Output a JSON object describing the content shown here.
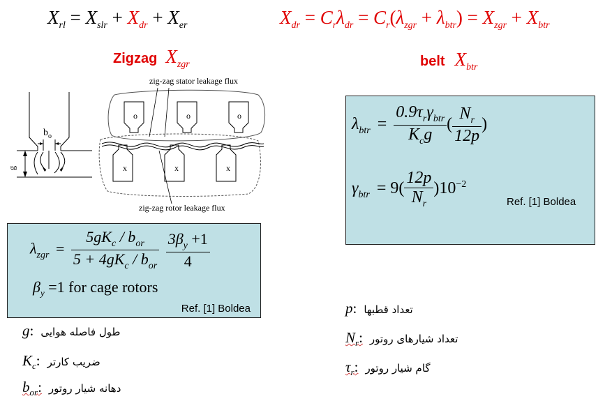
{
  "top_eq_left": {
    "lhs_sym": "X",
    "lhs_sub": "rl",
    "eq": "=",
    "t1": "X",
    "t1_sub": "slr",
    "plus1": "+",
    "t2": "X",
    "t2_sub": "dr",
    "plus2": "+",
    "t3": "X",
    "t3_sub": "er"
  },
  "top_eq_right": {
    "a": "X",
    "a_sub": "dr",
    "eq1": "=",
    "c1": "C",
    "c1_sub": "r",
    "l1": "λ",
    "l1_sub": "dr",
    "eq2": "=",
    "c2": "C",
    "c2_sub": "r",
    "open": "(",
    "l2": "λ",
    "l2_sub": "zgr",
    "plus1": "+",
    "l3": "λ",
    "l3_sub": "btr",
    "close": ")",
    "eq3": "=",
    "x1": "X",
    "x1_sub": "zgr",
    "plus2": "+",
    "x2": "X",
    "x2_sub": "btr"
  },
  "zigzag": {
    "label": "Zigzag",
    "sym": "X",
    "sub": "zgr"
  },
  "belt": {
    "label": "belt",
    "sym": "X",
    "sub": "btr"
  },
  "diagram": {
    "stator_label": "zig-zag stator leakage flux",
    "rotor_label": "zig-zag rotor leakage flux",
    "bo_label": "b",
    "bo_sub": "o",
    "g_label": "g",
    "slot_o": "o",
    "slot_x": "x"
  },
  "box_left": {
    "lambda": "λ",
    "lambda_sub": "zgr",
    "eq": "=",
    "num1": "5gK",
    "num1_sub": "c",
    "num1_div": " / b",
    "num1_div_sub": "or",
    "den1": "5 + 4gK",
    "den1_sub": "c",
    "den1_div": " / b",
    "den1_div_sub": "or",
    "num2": "3β",
    "num2_sub": "y",
    "num2_tail": " +1",
    "den2": "4",
    "beta_line_sym": "β",
    "beta_line_sub": "y",
    "beta_line_text": "=1 for cage rotors",
    "ref": "Ref. [1] Boldea"
  },
  "box_right": {
    "lambda": "λ",
    "lambda_sub": "btr",
    "eq": "=",
    "num": "0.9τ",
    "num_sub1": "r",
    "num_mid": "γ",
    "num_sub2": "btr",
    "den": "K",
    "den_sub": "c",
    "den_tail": "g",
    "paren_num": "N",
    "paren_num_sub": "r",
    "paren_den": "12p",
    "gamma": "γ",
    "gamma_sub": "btr",
    "eq2": "= 9(",
    "g_num": "12p",
    "g_den": "N",
    "g_den_sub": "r",
    "g_tail": ")10",
    "g_exp": "−2",
    "ref": "Ref. [1] Boldea"
  },
  "defs_left": [
    {
      "sym": "g",
      "sub": "",
      "colon": ":",
      "text": "طول فاصله هوایی"
    },
    {
      "sym": "K",
      "sub": "c",
      "colon": ":",
      "text": "ضریب کارتر"
    },
    {
      "sym": "b",
      "sub": "or",
      "colon": ":",
      "text": "دهانه شیار روتور"
    }
  ],
  "defs_right": [
    {
      "sym": "p",
      "sub": "",
      "colon": ":",
      "text": "تعداد قطبها"
    },
    {
      "sym": "N",
      "sub": "r",
      "colon": ":",
      "text": "تعداد شیارهای روتور"
    },
    {
      "sym": "τ",
      "sub": "r",
      "colon": ":",
      "text": "گام شیار روتور"
    }
  ],
  "colors": {
    "accent_red": "#e00000",
    "box_fill": "#bfe0e5"
  }
}
